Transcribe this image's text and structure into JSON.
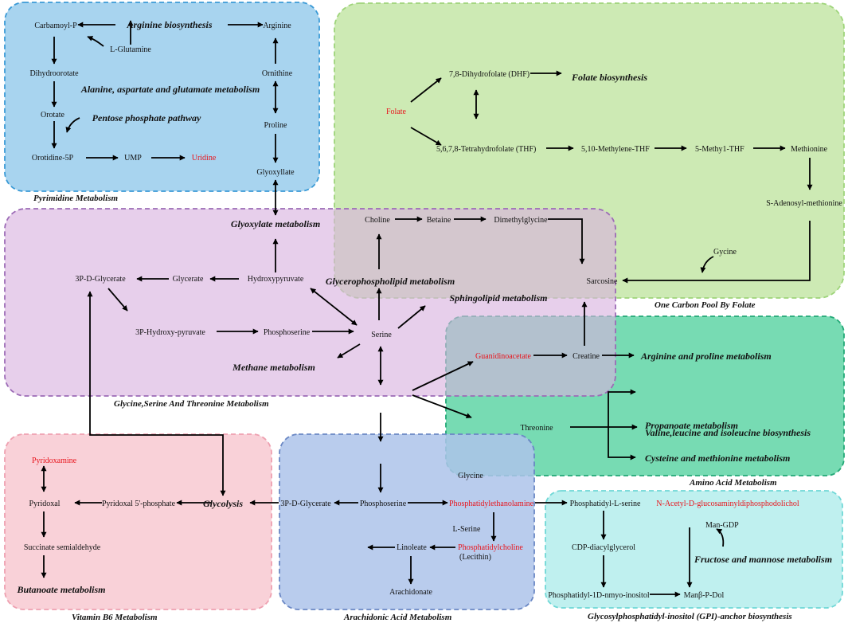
{
  "colors": {
    "pyrimidine": {
      "fill": "#a8d4ef",
      "stroke": "#3a9ad6"
    },
    "folate": {
      "fill": "#cdeab4",
      "stroke": "#9ed47a"
    },
    "glycine": {
      "fill": "#d8b1de",
      "stroke": "#9c6bb6"
    },
    "amino": {
      "fill": "#5fd5a6",
      "stroke": "#23a877"
    },
    "vitamin": {
      "fill": "#f9d1d8",
      "stroke": "#eea0b0"
    },
    "arachidonic": {
      "fill": "#adc3ea",
      "stroke": "#6a87c4"
    },
    "gpi": {
      "fill": "#bff0ef",
      "stroke": "#6fd7d6"
    },
    "highlight": "#e8141c"
  },
  "regions": {
    "pyrimidine": "Pyrimidine Metabolism",
    "folate": "One Carbon Pool By Folate",
    "glycine": "Glycine,Serine And Threonine Metabolism",
    "amino": "Amino Acid Metabolism",
    "vitamin": "Vitamin B6 Metabolism",
    "arachidonic": "Arachidonic Acid Metabolism",
    "gpi": "Glycosylphosphatidyl-inositol (GPI)-anchor biosynthesis"
  },
  "nodes": {
    "carbamoyl_p": "Carbamoyl-P",
    "l_glutamine": "L-Glutamine",
    "arginine": "Arginine",
    "dihydroorotate": "Dihydroorotate",
    "ornithine": "Ornithine",
    "orotate": "Orotate",
    "proline": "Proline",
    "orotidine_5p": "Orotidine-5P",
    "ump": "UMP",
    "uridine": "Uridine",
    "glyoxyllate": "Glyoxyllate",
    "dhf": "7,8-Dihydrofolate (DHF)",
    "folate": "Folate",
    "thf": "5,6,7,8-Tetrahydrofolate (THF)",
    "methylene_thf": "5,10-Methylene-THF",
    "methyl_thf": "5-Methy1-THF",
    "methionine": "Methionine",
    "sam": "S-Adenosyl-methionine",
    "gycine": "Gycine",
    "sarcosine": "Sarcosine",
    "choline": "Choline",
    "betaine": "Betaine",
    "dimethylglycine": "Dimethylglycine",
    "p3d_glycerate": "3P-D-Glycerate",
    "glycerate": "Glycerate",
    "hydroxypyruvate": "Hydroxypyruvate",
    "p3_hydroxy_pyruvate": "3P-Hydroxy-pyruvate",
    "phosphoserine": "Phosphoserine",
    "serine": "Serine",
    "guanidinoacetate": "Guanidinoacetate",
    "creatine": "Creatine",
    "threonine": "Threonine",
    "pyridoxamine": "Pyridoxamine",
    "pyridoxal": "Pyridoxal",
    "pyridoxal_5p": "Pyridoxal 5'-phosphate",
    "succinate_semialdehyde": "Succinate semialdehyde",
    "p3d_glycerate_2": "3P-D-Glycerate",
    "phosphoserine_2": "Phosphoserine",
    "glycine": "Glycine",
    "phosphatidylethanolamine": "Phosphatidylethanolamine",
    "l_serine": "L-Serine",
    "phosphatidylcholine": "Phosphatidylcholine",
    "lecithin": "(Lecithin)",
    "linoleate": "Linoleate",
    "arachidonate": "Arachidonate",
    "phosphatidyl_l_serine": "Phosphatidyl-L-serine",
    "nacetyl": "N-Acetyl-D-glucosaminyldiphosphodolichol",
    "man_gdp": "Man-GDP",
    "cdp_diacylglycerol": "CDP-diacylglycerol",
    "phosphatidyl_inositol": "Phosphatidyl-1D-nmyo-inositol",
    "man_p_dol": "Manβ-P-Dol"
  },
  "pathways": {
    "arginine_biosynthesis": "Arginine biosynthesis",
    "alanine": "Alanine, aspartate and glutamate metabolism",
    "pentose": "Pentose phosphate pathway",
    "folate_biosynthesis": "Folate biosynthesis",
    "glyoxylate": "Glyoxylate metabolism",
    "glycerophospholipid": "Glycerophospholipid metabolism",
    "sphingolipid": "Sphingolipid metabolism",
    "methane": "Methane metabolism",
    "arginine_proline": "Arginine and proline metabolism",
    "propanoate": "Propanoate metabolism",
    "valine": "Valine,leucine and isoleucine biosynthesis",
    "cysteine": "Cysteine and methionine  metabolism",
    "glycolysis": "Glycolysis",
    "butanoate": "Butanoate metabolism",
    "fructose": "Fructose and mannose metabolism"
  }
}
